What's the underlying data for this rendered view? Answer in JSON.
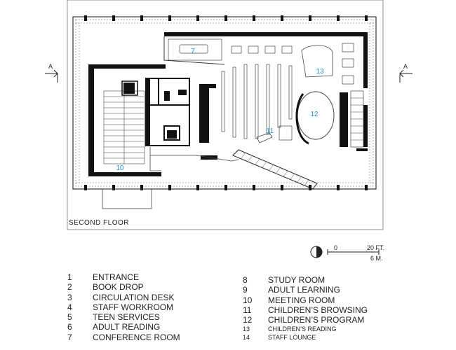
{
  "floor": {
    "title": "SECOND FLOOR"
  },
  "plan_labels": {
    "room7": "7",
    "room10": "10",
    "room11": "11",
    "room12": "12",
    "room13": "13",
    "section_left": "A",
    "section_right": "A"
  },
  "scale": {
    "zero": "0",
    "feet": "20 FT.",
    "meters": "6 M."
  },
  "legend_left": [
    {
      "num": "1",
      "label": "ENTRANCE"
    },
    {
      "num": "2",
      "label": "BOOK DROP"
    },
    {
      "num": "3",
      "label": "CIRCULATION DESK"
    },
    {
      "num": "4",
      "label": "STAFF WORKROOM"
    },
    {
      "num": "5",
      "label": "TEEN SERVICES"
    },
    {
      "num": "6",
      "label": "ADULT READING"
    },
    {
      "num": "7",
      "label": "CONFERENCE ROOM"
    }
  ],
  "legend_right": [
    {
      "num": "8",
      "label": "STUDY ROOM"
    },
    {
      "num": "9",
      "label": "ADULT LEARNING"
    },
    {
      "num": "10",
      "label": "MEETING ROOM"
    },
    {
      "num": "11",
      "label": "CHILDREN’S BROWSING"
    },
    {
      "num": "12",
      "label": "CHILDREN’S PROGRAM"
    },
    {
      "num": "13",
      "label": "CHILDREN’S READING"
    },
    {
      "num": "14",
      "label": "STAFF LOUNGE"
    }
  ],
  "colors": {
    "wall": "#111111",
    "line": "#555555",
    "room_label": "#1a9ad6"
  }
}
